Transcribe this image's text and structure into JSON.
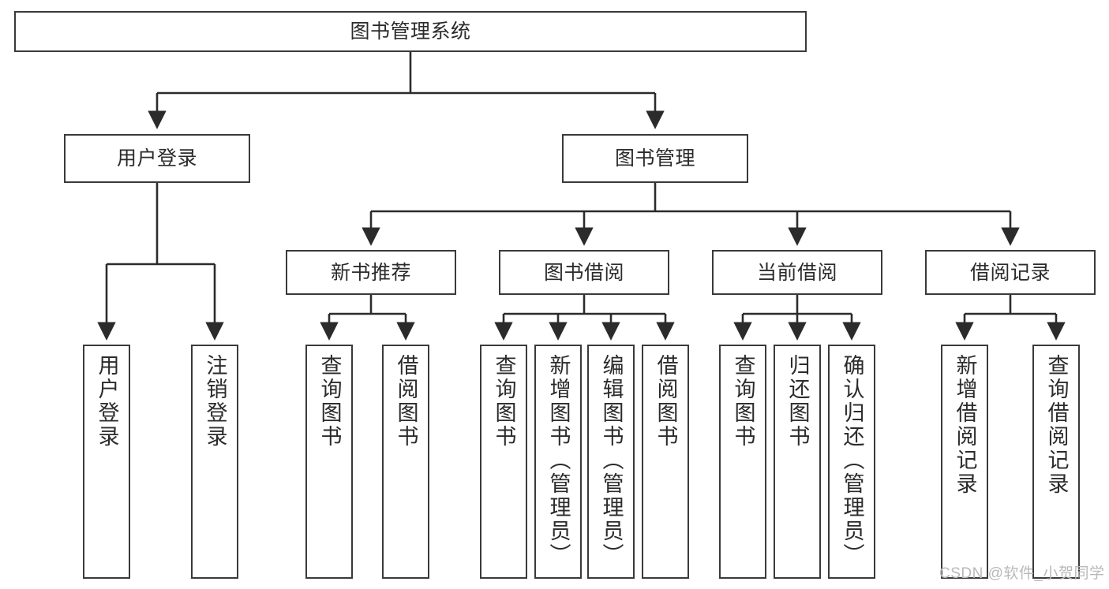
{
  "diagram": {
    "title": "图书管理系统",
    "type": "tree",
    "watermark": "CSDN @软件_小贺同学",
    "colors": {
      "border": "#3a3a3a",
      "text": "#2b2b2b",
      "background": "#ffffff",
      "watermark": "#b9b9b9"
    },
    "levels": {
      "root": {
        "label": "图书管理系统"
      },
      "level1": [
        {
          "label": "用户登录"
        },
        {
          "label": "图书管理"
        }
      ],
      "level2": [
        {
          "label": "新书推荐"
        },
        {
          "label": "图书借阅"
        },
        {
          "label": "当前借阅"
        },
        {
          "label": "借阅记录"
        }
      ],
      "leaves": {
        "user_login": [
          {
            "label": "用户登录"
          },
          {
            "label": "注销登录"
          }
        ],
        "new_book": [
          {
            "label": "查询图书"
          },
          {
            "label": "借阅图书"
          }
        ],
        "book_borrow": [
          {
            "label": "查询图书"
          },
          {
            "label": "新增图书（管理员）"
          },
          {
            "label": "编辑图书（管理员）"
          },
          {
            "label": "借阅图书"
          }
        ],
        "current_borrow": [
          {
            "label": "查询图书"
          },
          {
            "label": "归还图书"
          },
          {
            "label": "确认归还（管理员）"
          }
        ],
        "borrow_record": [
          {
            "label": "新增借阅记录"
          },
          {
            "label": "查询借阅记录"
          }
        ]
      }
    }
  }
}
